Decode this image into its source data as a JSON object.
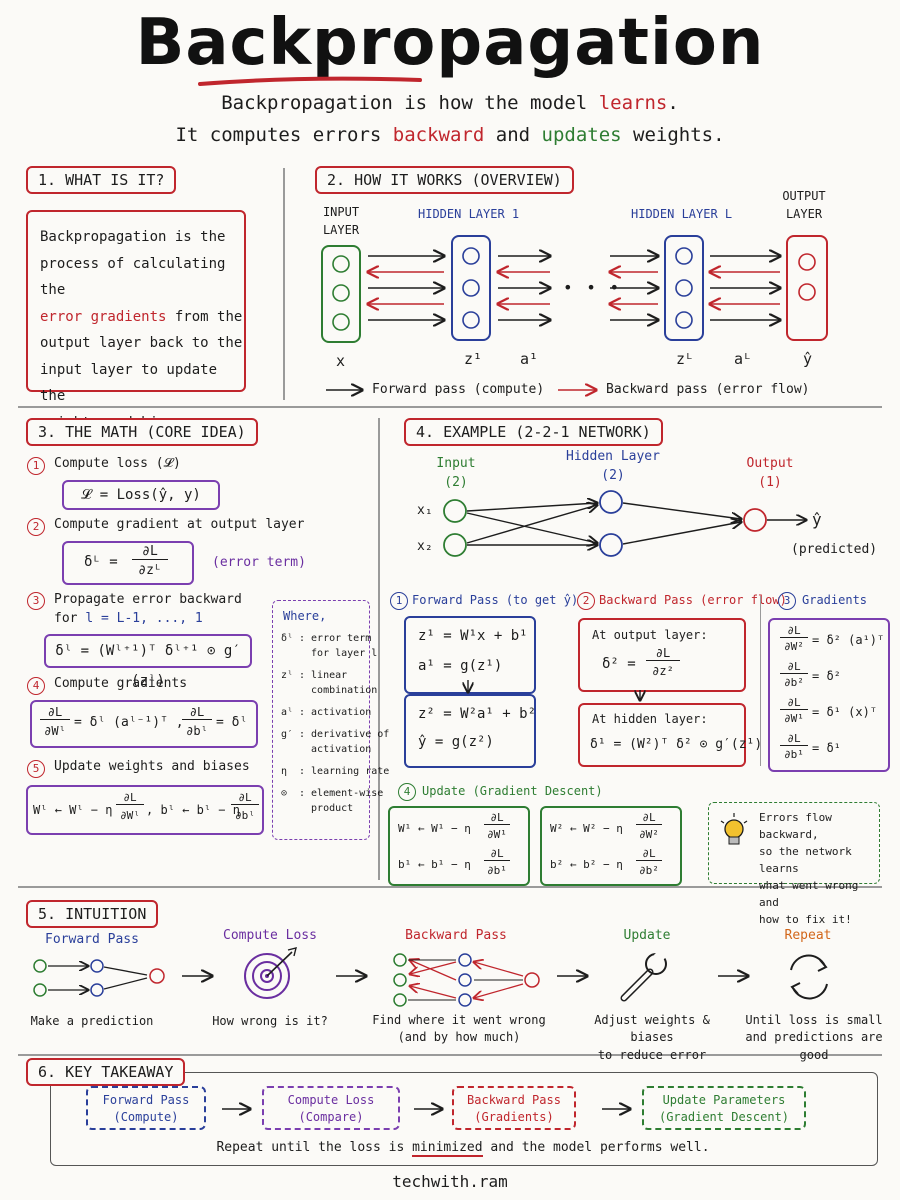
{
  "title": "Backpropagation",
  "subtitle": {
    "l1_a": "Backpropagation is how the model ",
    "l1_b": "learns",
    "l1_c": ".",
    "l2_a": "It computes errors ",
    "l2_b": "backward",
    "l2_c": " and ",
    "l2_d": "updates",
    "l2_e": " weights."
  },
  "s1": {
    "header": "1. WHAT IS IT?",
    "p1": "Backpropagation is the\nprocess of calculating the",
    "p2": "error gradients",
    "p3": " from the",
    "p4": "output layer back to the\ninput layer to update the\nweights and biases."
  },
  "s2": {
    "header": "2. HOW IT WORKS (OVERVIEW)",
    "input_label": "INPUT\nLAYER",
    "hidden1": "HIDDEN LAYER 1",
    "hiddenL": "HIDDEN LAYER L",
    "output_label": "OUTPUT\nLAYER",
    "ellipsis": "• • •",
    "x": "x",
    "z1": "z¹",
    "a1": "a¹",
    "zL": "zᴸ",
    "aL": "aᴸ",
    "yhat": "ŷ",
    "forward": "Forward pass (compute)",
    "backward": "Backward pass (error flow)"
  },
  "s3": {
    "header": "3. THE MATH (CORE IDEA)",
    "step1": "Compute loss (𝓛)",
    "eq1": "𝓛 = Loss(ŷ, y)",
    "step2": "Compute gradient at output layer",
    "eq2_lhs": "δᴸ =",
    "eq2_num": "∂L",
    "eq2_den": "∂zᴸ",
    "eq2_note": "(error term)",
    "step3": "Propagate error backward",
    "step3_for": "for ",
    "step3_range": "l = L-1, ..., 1",
    "eq3": "δˡ = (Wˡ⁺¹)ᵀ δˡ⁺¹ ⊙ g′(zˡ)",
    "step4": "Compute gradients",
    "eq4a_num": "∂L",
    "eq4a_den": "∂Wˡ",
    "eq4a_rhs": "= δˡ (aˡ⁻¹)ᵀ ,",
    "eq4b_num": "∂L",
    "eq4b_den": "∂bˡ",
    "eq4b_rhs": "= δˡ",
    "step5": "Update weights and biases",
    "eq5a": "Wˡ ← Wˡ − η",
    "eq5a_num": "∂L",
    "eq5a_den": "∂Wˡ",
    "eq5b": ", bˡ ← bˡ − η",
    "eq5b_num": "∂L",
    "eq5b_den": "∂bˡ",
    "where": {
      "title": "Where,",
      "items": [
        {
          "sym": "δˡ",
          "desc": ": error term\n  for layer l"
        },
        {
          "sym": "zˡ",
          "desc": ": linear\n  combination"
        },
        {
          "sym": "aˡ",
          "desc": ": activation"
        },
        {
          "sym": "g′",
          "desc": ": derivative of\n  activation"
        },
        {
          "sym": "η",
          "desc": ": learning rate"
        },
        {
          "sym": "⊙",
          "desc": ": element-wise\n  product"
        }
      ]
    }
  },
  "s4": {
    "header": "4. EXAMPLE (2-2-1 NETWORK)",
    "input": "Input\n(2)",
    "hidden": "Hidden Layer\n(2)",
    "output": "Output\n(1)",
    "x1": "x₁",
    "x2": "x₂",
    "yhat": "ŷ",
    "predicted": "(predicted)",
    "fp_title": "Forward Pass (to get ŷ)",
    "fp_eq1": "z¹ = W¹x + b¹",
    "fp_eq2": "a¹ = g(z¹)",
    "fp_eq3": "z² = W²a¹ + b²",
    "fp_eq4": "ŷ = g(z²)",
    "bp_title": "Backward Pass (error flow)",
    "bp_out_label": "At output layer:",
    "bp_out_lhs": "δ² =",
    "bp_out_num": "∂L",
    "bp_out_den": "∂z²",
    "bp_hid_label": "At hidden layer:",
    "bp_hid_eq": "δ¹ = (W²)ᵀ δ² ⊙ g′(z¹)",
    "gr_title": "Gradients",
    "gr": [
      {
        "num": "∂L",
        "den": "∂W²",
        "rhs": "= δ² (a¹)ᵀ"
      },
      {
        "num": "∂L",
        "den": "∂b²",
        "rhs": "= δ²"
      },
      {
        "num": "∂L",
        "den": "∂W¹",
        "rhs": "= δ¹ (x)ᵀ"
      },
      {
        "num": "∂L",
        "den": "∂b¹",
        "rhs": "= δ¹"
      }
    ],
    "up_title": "Update (Gradient Descent)",
    "up1a": "W¹ ← W¹ − η",
    "up1a_num": "∂L",
    "up1a_den": "∂W¹",
    "up1b": "b¹ ← b¹ − η",
    "up1b_num": "∂L",
    "up1b_den": "∂b¹",
    "up2a": "W² ← W² − η",
    "up2a_num": "∂L",
    "up2a_den": "∂W²",
    "up2b": "b² ← b² − η",
    "up2b_num": "∂L",
    "up2b_den": "∂b²",
    "tip": "Errors flow backward,\nso the network learns\nwhat went wrong and\nhow to fix it!"
  },
  "s5": {
    "header": "5. INTUITION",
    "steps": [
      {
        "title": "Forward Pass",
        "desc": "Make a prediction"
      },
      {
        "title": "Compute Loss",
        "desc": "How wrong is it?"
      },
      {
        "title": "Backward Pass",
        "desc": "Find where it went wrong\n(and by how much)"
      },
      {
        "title": "Update",
        "desc": "Adjust weights & biases\nto reduce error"
      },
      {
        "title": "Repeat",
        "desc": "Until loss is small\nand predictions are good"
      }
    ]
  },
  "s6": {
    "header": "6. KEY TAKEAWAY",
    "boxes": [
      {
        "label": "Forward Pass\n(Compute)"
      },
      {
        "label": "Compute Loss\n(Compare)"
      },
      {
        "label": "Backward Pass\n(Gradients)"
      },
      {
        "label": "Update Parameters\n(Gradient Descent)"
      }
    ],
    "foot_a": "Repeat until the loss is ",
    "foot_b": "minimized",
    "foot_c": " and the model performs well."
  },
  "credit": "techwith.ram",
  "colors": {
    "red": "#c0262d",
    "green": "#2e7d32",
    "blue": "#2a3f9a",
    "purple": "#7b3fb0",
    "orange": "#d2661a"
  }
}
